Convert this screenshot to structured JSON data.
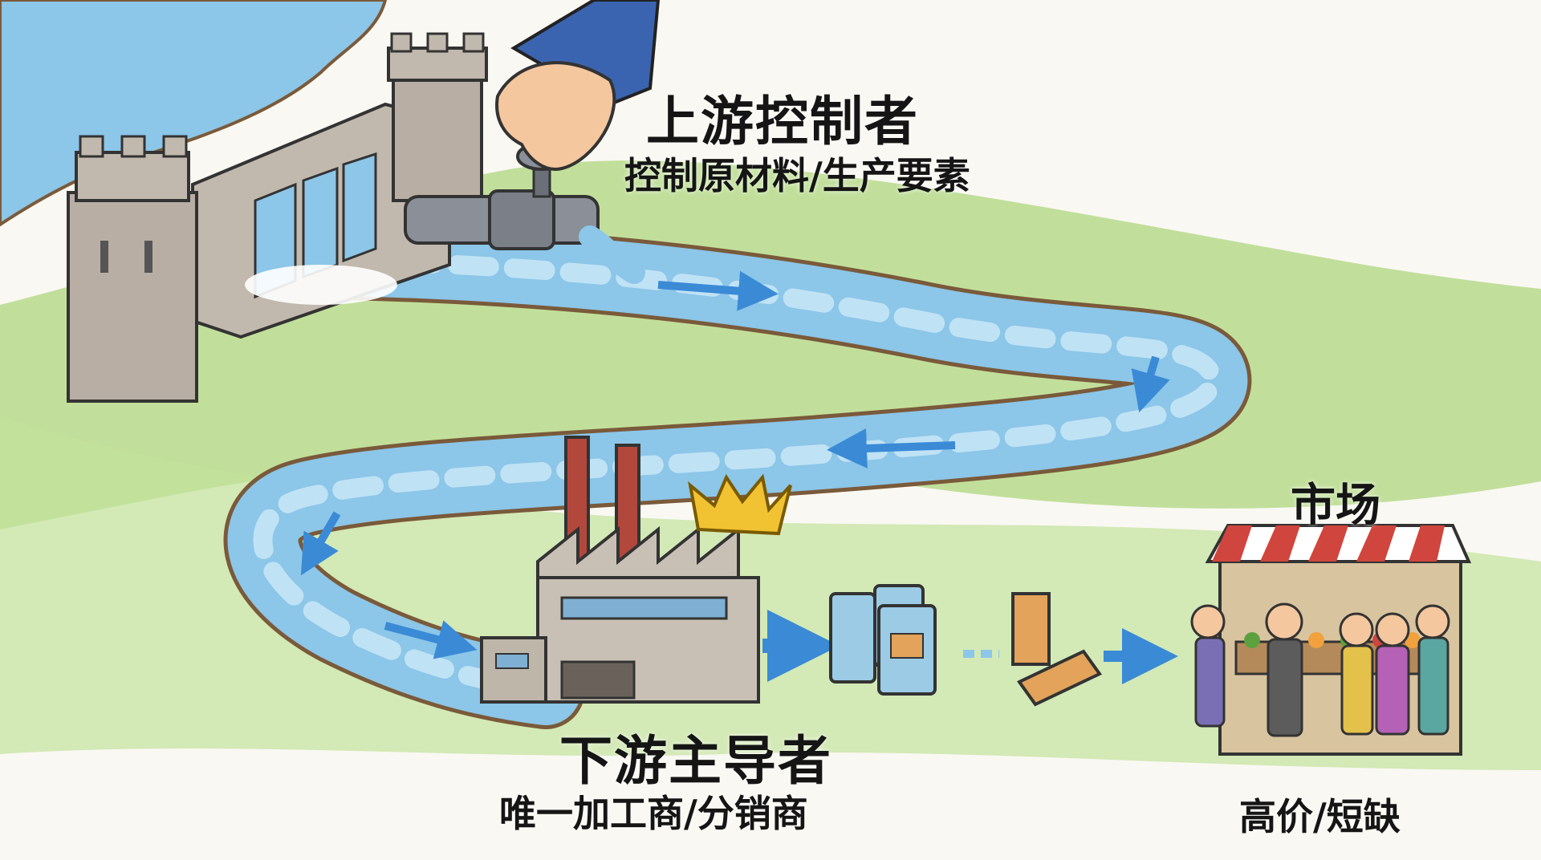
{
  "upstream": {
    "title": "上游控制者",
    "subtitle": "控制原材料/生产要素"
  },
  "downstream": {
    "title": "下游主导者",
    "subtitle": "唯一加工商/分销商"
  },
  "market": {
    "title": "市场",
    "subtitle": "高价/短缺"
  },
  "colors": {
    "water": "#8cc6e8",
    "water_dark": "#3d86c6",
    "grass": "#a8d27a",
    "stone": "#b8aea4",
    "awning_red": "#d0453d",
    "crown": "#f1c232",
    "arrow": "#3a8ad6"
  }
}
